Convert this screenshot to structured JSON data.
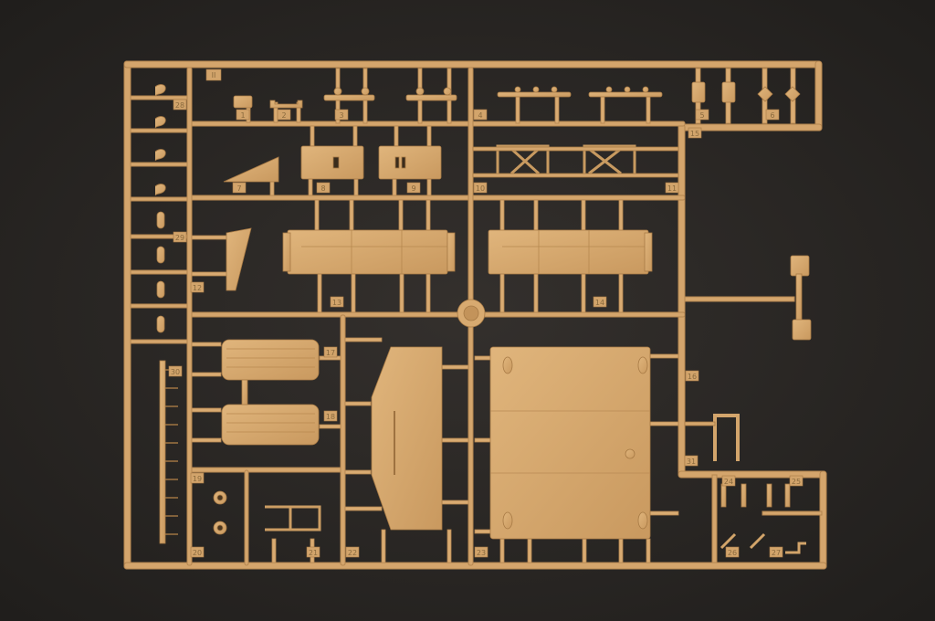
{
  "scene": {
    "background_color": "#2b2826",
    "plastic_color": "#d7aa72",
    "plastic_shadow": "#b88a55",
    "plastic_highlight": "#e6c08d"
  },
  "sprue": {
    "tag": "II",
    "part_numbers": [
      "1",
      "2",
      "3",
      "4",
      "5",
      "6",
      "7",
      "8",
      "9",
      "10",
      "11",
      "12",
      "13",
      "14",
      "15",
      "16",
      "17",
      "18",
      "19",
      "20",
      "21",
      "22",
      "23",
      "24",
      "25",
      "26",
      "27",
      "28",
      "29",
      "30",
      "31"
    ]
  }
}
